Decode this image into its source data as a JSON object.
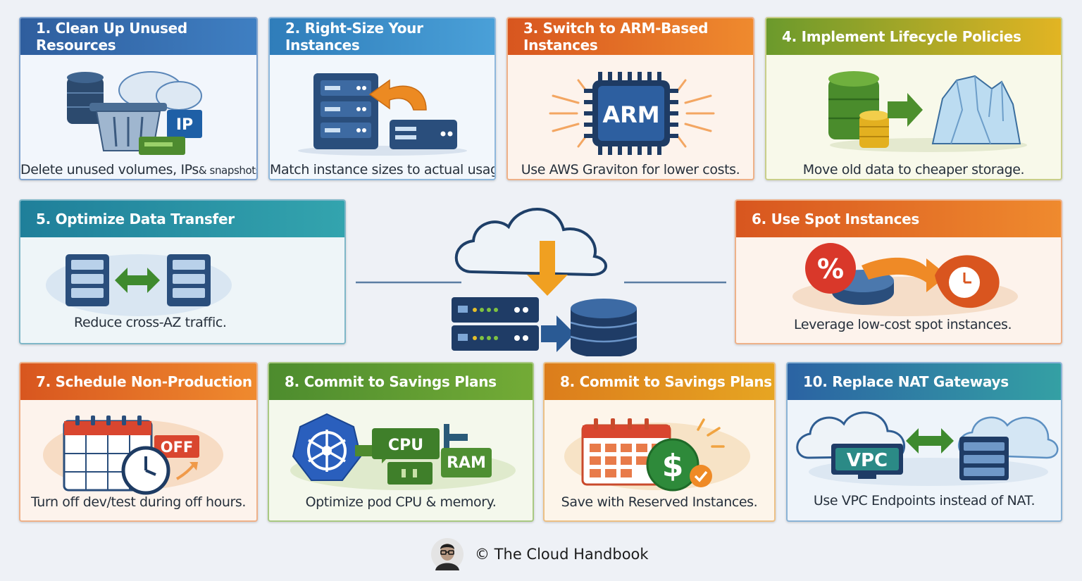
{
  "cards": [
    {
      "title": "1. Clean Up Unused Resources",
      "caption_main": "Delete unused volumes, IPs",
      "caption_small": "& snapshots."
    },
    {
      "title": "2. Right-Size Your Instances",
      "caption": "Match instance sizes to actual usage."
    },
    {
      "title": "3. Switch to ARM-Based Instances",
      "caption": "Use AWS Graviton for lower costs.",
      "chip_label": "ARM"
    },
    {
      "title": "4. Implement Lifecycle Policies",
      "caption": "Move old data to cheaper storage."
    },
    {
      "title": "5. Optimize Data Transfer",
      "caption": "Reduce cross-AZ traffic."
    },
    {
      "title": "6. Use Spot Instances",
      "caption": "Leverage low-cost spot instances.",
      "badge": "%"
    },
    {
      "title": "7. Schedule Non-Production",
      "caption": "Turn off dev/test during off hours.",
      "tag": "OFF"
    },
    {
      "title": "8. Commit to Savings Plans",
      "caption": "Optimize pod CPU & memory.",
      "chip_cpu": "CPU",
      "chip_ram": "RAM"
    },
    {
      "title": "8. Commit to Savings Plans",
      "caption": "Save with Reserved Instances.",
      "coin": "$"
    },
    {
      "title": "10. Replace NAT Gateways",
      "caption": "Use VPC Endpoints instead of NAT.",
      "vpc_label": "VPC"
    }
  ],
  "ip_label": "IP",
  "footer": {
    "text": "© The Cloud Handbook"
  },
  "colors": {
    "blue": "#2f5e9e",
    "orange": "#d8561f",
    "green": "#4d8c2e",
    "teal": "#1f7f9a"
  }
}
